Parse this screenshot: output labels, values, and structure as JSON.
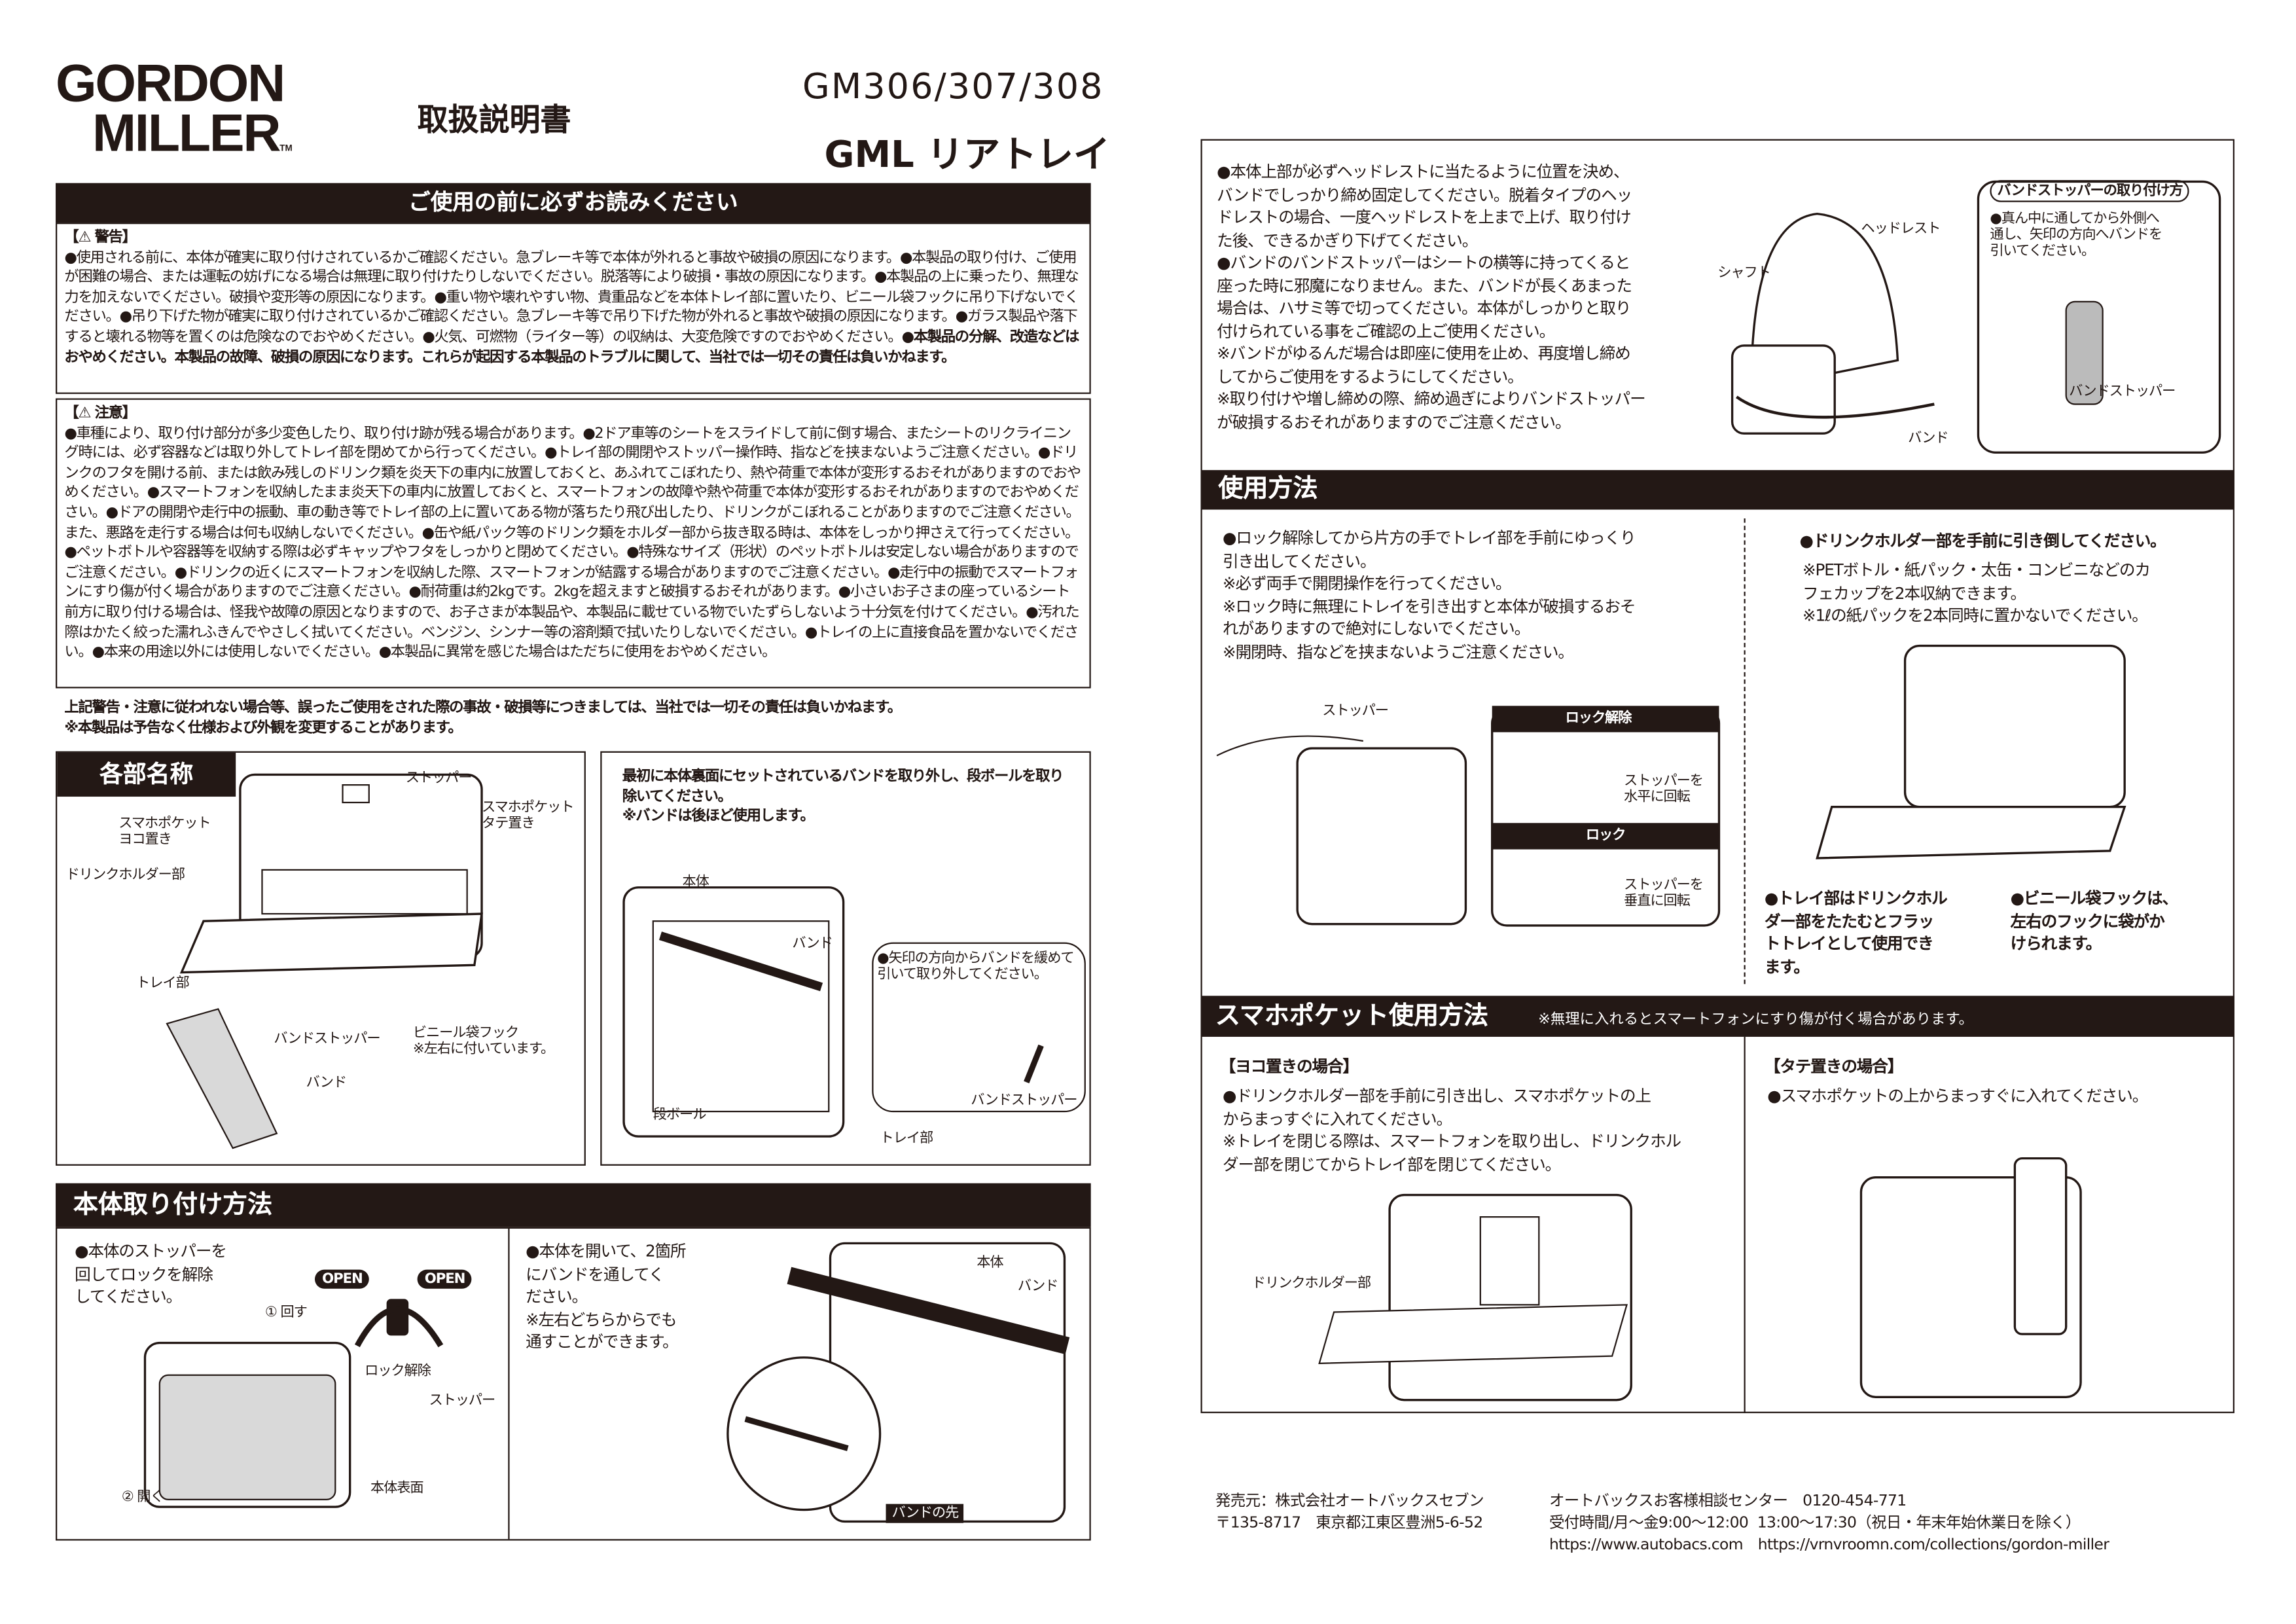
{
  "header": {
    "brand_line1": "GORDON",
    "brand_line2": "MILLER",
    "tm": "TM",
    "doc_title": "取扱説明書",
    "model": "GM306/307/308",
    "product": "GML リアトレイ"
  },
  "precautions": {
    "title": "ご使用の前に必ずお読みください",
    "warning_heading": "【⚠ 警告】",
    "warning_text": "●使用される前に、本体が確実に取り付けされているかご確認ください。急ブレーキ等で本体が外れると事故や破損の原因になります。●本製品の取り付け、ご使用が困難の場合、または運転の妨げになる場合は無理に取り付けたりしないでください。脱落等により破損・事故の原因になります。●本製品の上に乗ったり、無理な力を加えないでください。破損や変形等の原因になります。●重い物や壊れやすい物、貴重品などを本体トレイ部に置いたり、ビニール袋フックに吊り下げないでください。●吊り下げた物が確実に取り付けされているかご確認ください。急ブレーキ等で吊り下げた物が外れると事故や破損の原因になります。●ガラス製品や落下すると壊れる物等を置くのは危険なのでおやめください。●火気、可燃物（ライター等）の収納は、大変危険ですのでおやめください。",
    "warning_bold": "●本製品の分解、改造などはおやめください。本製品の故障、破損の原因になります。これらが起因する本製品のトラブルに関して、当社では一切その責任は負いかねます。",
    "caution_heading": "【⚠ 注意】",
    "caution_text": "●車種により、取り付け部分が多少変色したり、取り付け跡が残る場合があります。●2ドア車等のシートをスライドして前に倒す場合、またシートのリクライニング時には、必ず容器などは取り外してトレイ部を閉めてから行ってください。●トレイ部の開閉やストッパー操作時、指などを挟まないようご注意ください。●ドリンクのフタを開ける前、または飲み残しのドリンク類を炎天下の車内に放置しておくと、あふれてこぼれたり、熱や荷重で本体が変形するおそれがありますのでおやめください。●スマートフォンを収納したまま炎天下の車内に放置しておくと、スマートフォンの故障や熱や荷重で本体が変形するおそれがありますのでおやめください。●ドアの開閉や走行中の振動、車の動き等でトレイ部の上に置いてある物が落ちたり飛び出したり、ドリンクがこぼれることがありますのでご注意ください。また、悪路を走行する場合は何も収納しないでください。●缶や紙パック等のドリンク類をホルダー部から抜き取る時は、本体をしっかり押さえて行ってください。●ペットボトルや容器等を収納する際は必ずキャップやフタをしっかりと閉めてください。●特殊なサイズ（形状）のペットボトルは安定しない場合がありますのでご注意ください。●ドリンクの近くにスマートフォンを収納した際、スマートフォンが結露する場合がありますのでご注意ください。●走行中の振動でスマートフォンにすり傷が付く場合がありますのでご注意ください。●耐荷重は約2kgです。2kgを超えますと破損するおそれがあります。●小さいお子さまの座っているシート前方に取り付ける場合は、怪我や故障の原因となりますので、お子さまが本製品や、本製品に載せている物でいたずらしないよう十分気を付けてください。●汚れた際はかたく絞った濡れふきんでやさしく拭いてください。ベンジン、シンナー等の溶剤類で拭いたりしないでください。●トレイの上に直接食品を置かないでください。●本来の用途以外には使用しないでください。●本製品に異常を感じた場合はただちに使用をおやめください。",
    "disclaimer1": "上記警告・注意に従われない場合等、誤ったご使用をされた際の事故・破損等につきましては、当社では一切その責任は負いかねます。",
    "disclaimer2": "※本製品は予告なく仕様および外観を変更することがあります。"
  },
  "parts": {
    "title": "各部名称",
    "labels": [
      "ストッパー",
      "スマホポケット\nヨコ置き",
      "スマホポケット\nタテ置き",
      "ドリンクホルダー部",
      "トレイ部",
      "ビニール袋フック\n※左右に付いています。",
      "バンドストッパー",
      "バンド"
    ]
  },
  "cardboard": {
    "text": "最初に本体裏面にセットされているバンドを取り外し、段ボールを取り除いてください。\n※バンドは後ほど使用します。",
    "labels": [
      "本体",
      "バンド",
      "段ボール",
      "トレイ部",
      "バンドストッパー"
    ],
    "callout": "●矢印の方向からバンドを緩めて引いて取り外してください。"
  },
  "install": {
    "title": "本体取り付け方法",
    "step1": "●本体のストッパーを\n回してロックを解除\nしてください。",
    "step1_labels": [
      "OPEN",
      "OPEN",
      "① 回す",
      "ロック解除",
      "ストッパー",
      "本体表面",
      "② 開く"
    ],
    "step2": "●本体を開いて、2箇所\nにバンドを通してく\nださい。\n※左右どちらからでも\n通すことができます。",
    "step2_labels": [
      "本体",
      "バンド",
      "バンドの先"
    ],
    "step3": "●本体上部が必ずヘッドレストに当たるように位置を決め、\nバンドでしっかり締め固定してください。脱着タイプのヘッ\nドレストの場合、一度ヘッドレストを上まで上げ、取り付け\nた後、できるかぎり下げてください。\n●バンドのバンドストッパーはシートの横等に持ってくると\n座った時に邪魔になりません。また、バンドが長くあまった\n場合は、ハサミ等で切ってください。本体がしっかりと取り\n付けられている事をご確認の上ご使用ください。\n※バンドがゆるんだ場合は即座に使用を止め、再度増し締め\nしてからご使用をするようにしてください。\n※取り付けや増し締めの際、締め過ぎによりバンドストッパー\nが破損するおそれがありますのでご注意ください。",
    "step3_labels": [
      "ヘッドレスト",
      "シャフト",
      "バンド"
    ],
    "stopper_title": "バンドストッパーの取り付け方",
    "stopper_text": "●真ん中に通してから外側へ\n通し、矢印の方向へバンドを\n引いてください。",
    "stopper_label": "バンドストッパー"
  },
  "usage": {
    "title": "使用方法",
    "left_text": "●ロック解除してから片方の手でトレイ部を手前にゆっくり\n引き出してください。\n※必ず両手で開閉操作を行ってください。\n※ロック時に無理にトレイを引き出すと本体が破損するおそ\nれがありますので絶対にしないでください。\n※開閉時、指などを挟まないようご注意ください。",
    "stopper_label": "ストッパー",
    "unlock_title": "ロック解除",
    "unlock_text": "ストッパーを\n水平に回転",
    "lock_title": "ロック",
    "lock_text": "ストッパーを\n垂直に回転",
    "right_heading": "●ドリンクホルダー部を手前に引き倒してください。",
    "right_text": "※PETボトル・紙パック・太缶・コンビニなどのカ\nフェカップを2本収納できます。\n※1ℓの紙パックを2本同時に置かないでください。",
    "tray_note": "●トレイ部はドリンクホル\nダー部をたたむとフラッ\nトトレイとして使用でき\nます。",
    "hook_note": "●ビニール袋フックは、\n左右のフックに袋がか\nけられます。"
  },
  "smartphone": {
    "title": "スマホポケット使用方法",
    "note": "※無理に入れるとスマートフォンにすり傷が付く場合があります。",
    "horizontal_title": "【ヨコ置きの場合】",
    "horizontal_text": "●ドリンクホルダー部を手前に引き出し、スマホポケットの上\nからまっすぐに入れてください。\n※トレイを閉じる際は、スマートフォンを取り出し、ドリンクホル\nダー部を閉じてからトレイ部を閉じてください。",
    "horizontal_label": "ドリンクホルダー部",
    "vertical_title": "【タテ置きの場合】",
    "vertical_text": "●スマホポケットの上からまっすぐに入れてください。"
  },
  "footer": {
    "seller": "発売元：株式会社オートバックスセブン",
    "address": "〒135-8717　東京都江東区豊洲5-6-52",
    "center": "オートバックスお客様相談センター　0120-454-771",
    "hours": "受付時間/月〜金9:00〜12:00  13:00〜17:30（祝日・年末年始休業日を除く）",
    "urls": "https://www.autobacs.com　https://vrnvroomn.com/collections/gordon-miller"
  },
  "colors": {
    "ink": "#231815",
    "gray_fill": "#d9d9d9",
    "paper": "#ffffff"
  }
}
